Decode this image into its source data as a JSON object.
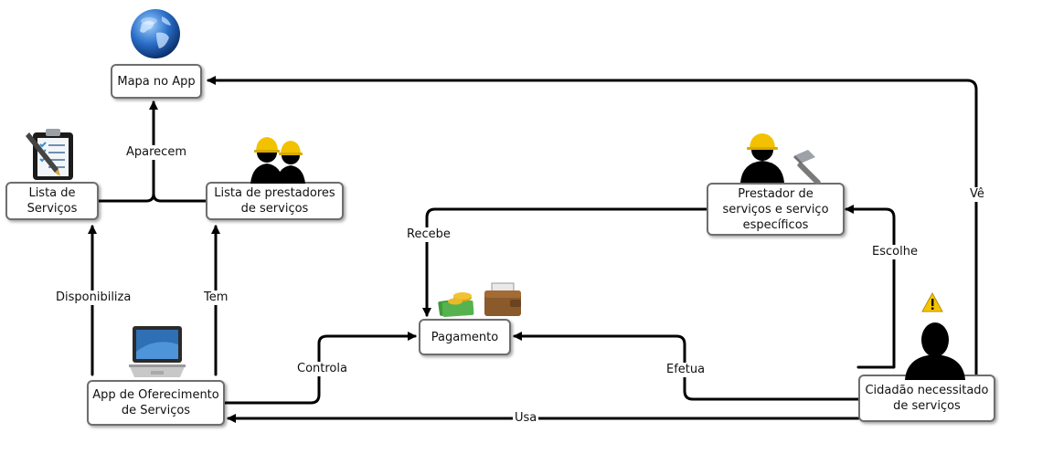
{
  "nodes": {
    "mapa": "Mapa no App",
    "lista_servicos": "Lista de Serviços",
    "lista_prestadores": "Lista de prestadores de serviços",
    "app": "App de Oferecimento de Serviços",
    "pagamento": "Pagamento",
    "prestador": "Prestador de serviços e serviço específicos",
    "cidadao": "Cidadão necessitado de serviços"
  },
  "edges": {
    "aparecem": "Aparecem",
    "disponibiliza": "Disponibiliza",
    "tem": "Tem",
    "controla": "Controla",
    "recebe": "Recebe",
    "escolhe": "Escolhe",
    "efetua": "Efetua",
    "ve": "Vê",
    "usa": "Usa"
  },
  "icons": [
    "globe-icon",
    "clipboard-icon",
    "workers-icon",
    "laptop-icon",
    "money-icon",
    "wallet-icon",
    "worker-icon",
    "hammer-icon",
    "warning-icon",
    "person-icon"
  ],
  "colors": {
    "line": "#000000",
    "border": "#6e6e6e",
    "helmet": "#f2c200",
    "globe": "#2a6fc9",
    "warning": "#f4c400"
  }
}
